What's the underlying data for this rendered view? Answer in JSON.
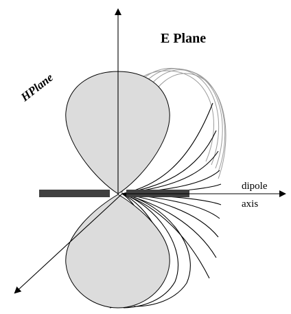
{
  "labels": {
    "e_plane": "E Plane",
    "h_plane": "HPlane",
    "axis_line1": "dipole",
    "axis_line2": "axis"
  },
  "colors": {
    "lobe_fill": "#dcdcdc",
    "dipole": "#404040",
    "stroke": "#000000",
    "faint_stroke": "#9a9a9a"
  }
}
